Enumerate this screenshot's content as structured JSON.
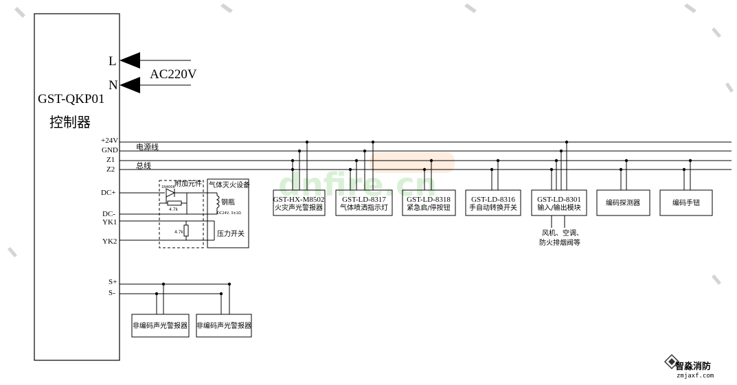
{
  "controller": {
    "model": "GST-QKP01",
    "name": "控制器"
  },
  "power": {
    "l_label": "L",
    "n_label": "N",
    "voltage": "AC220V"
  },
  "terminals": {
    "p24v": "+24V",
    "gnd": "GND",
    "z1": "Z1",
    "z2": "Z2",
    "dcp": "DC+",
    "dcm": "DC-",
    "yk1": "YK1",
    "yk2": "YK2",
    "sp": "S+",
    "sm": "S-"
  },
  "bus_labels": {
    "power_line": "电源线",
    "bus_line": "总线"
  },
  "addon": {
    "title": "附加元件",
    "diode": "1N4008",
    "res1": "4.7k",
    "res2": "4.7k"
  },
  "gas_device": {
    "title": "气体灭火设备",
    "bottle": "钢瓶",
    "bottle_spec": "DC24V, 3±1Ω",
    "pressure_switch": "压力开关"
  },
  "devices": [
    {
      "model": "GST-HX-M8502",
      "desc": "火灾声光警报器"
    },
    {
      "model": "GST-LD-8317",
      "desc": "气体喷洒指示灯"
    },
    {
      "model": "GST-LD-8318",
      "desc": "紧急启/停按钮"
    },
    {
      "model": "GST-LD-8316",
      "desc": "手自动转换开关"
    },
    {
      "model": "GST-LD-8301",
      "desc": "输入/输出模块"
    },
    {
      "model": "",
      "desc": "编码探测器"
    },
    {
      "model": "",
      "desc": "编码手钮"
    }
  ],
  "module_note": {
    "line1": "风机、空调、",
    "line2": "防火排烟阀等"
  },
  "sounders": [
    {
      "label": "非编码声光警报器"
    },
    {
      "label": "非编码声光警报器"
    }
  ],
  "watermark": {
    "text": "dnfire.cn"
  },
  "logo": {
    "name": "智淼消防",
    "url": "zmjaxf.com"
  }
}
